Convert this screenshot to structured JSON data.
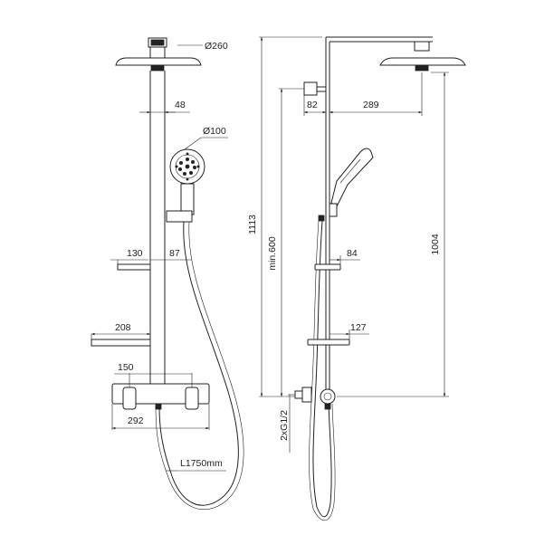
{
  "title": "",
  "front_view": {
    "labels": {
      "head_diameter": "Ø260",
      "arm_offset": "48",
      "hand_diameter": "Ø100",
      "shelf_top_depth": "130",
      "shelf_top_offset": "87",
      "shelf_bottom_depth": "208",
      "mixer_centres": "150",
      "mixer_width": "292",
      "hose_length": "L1750mm"
    }
  },
  "side_view": {
    "labels": {
      "arm_offset": "82",
      "head_projection": "289",
      "holder_offset": "84",
      "shelf_offset": "127",
      "total_height": "1113",
      "min_height": "min.600",
      "head_height": "1004",
      "connection": "2xG1/2"
    }
  }
}
